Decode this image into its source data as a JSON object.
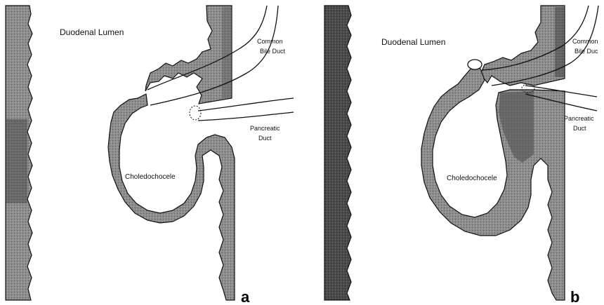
{
  "panels": [
    {
      "id": "a",
      "letter": "a",
      "labels": {
        "lumen": "Duodenal Lumen",
        "cbd_1": "Common",
        "cbd_2": "Bile Duct",
        "pd_1": "Pancreatic",
        "pd_2": "Duct",
        "cyst": "Choledochocele"
      }
    },
    {
      "id": "b",
      "letter": "b",
      "labels": {
        "lumen": "Duodenal Lumen",
        "cbd_1": "Common",
        "cbd_2": "Bile Duc",
        "pd_1": "Pancreatic",
        "pd_2": "Duct",
        "cyst": "Choledochocele"
      }
    }
  ],
  "colors": {
    "wall_fill": "#9a9a9a",
    "wall_dark": "#3a3a3a",
    "outline": "#111111",
    "background": "#ffffff"
  }
}
